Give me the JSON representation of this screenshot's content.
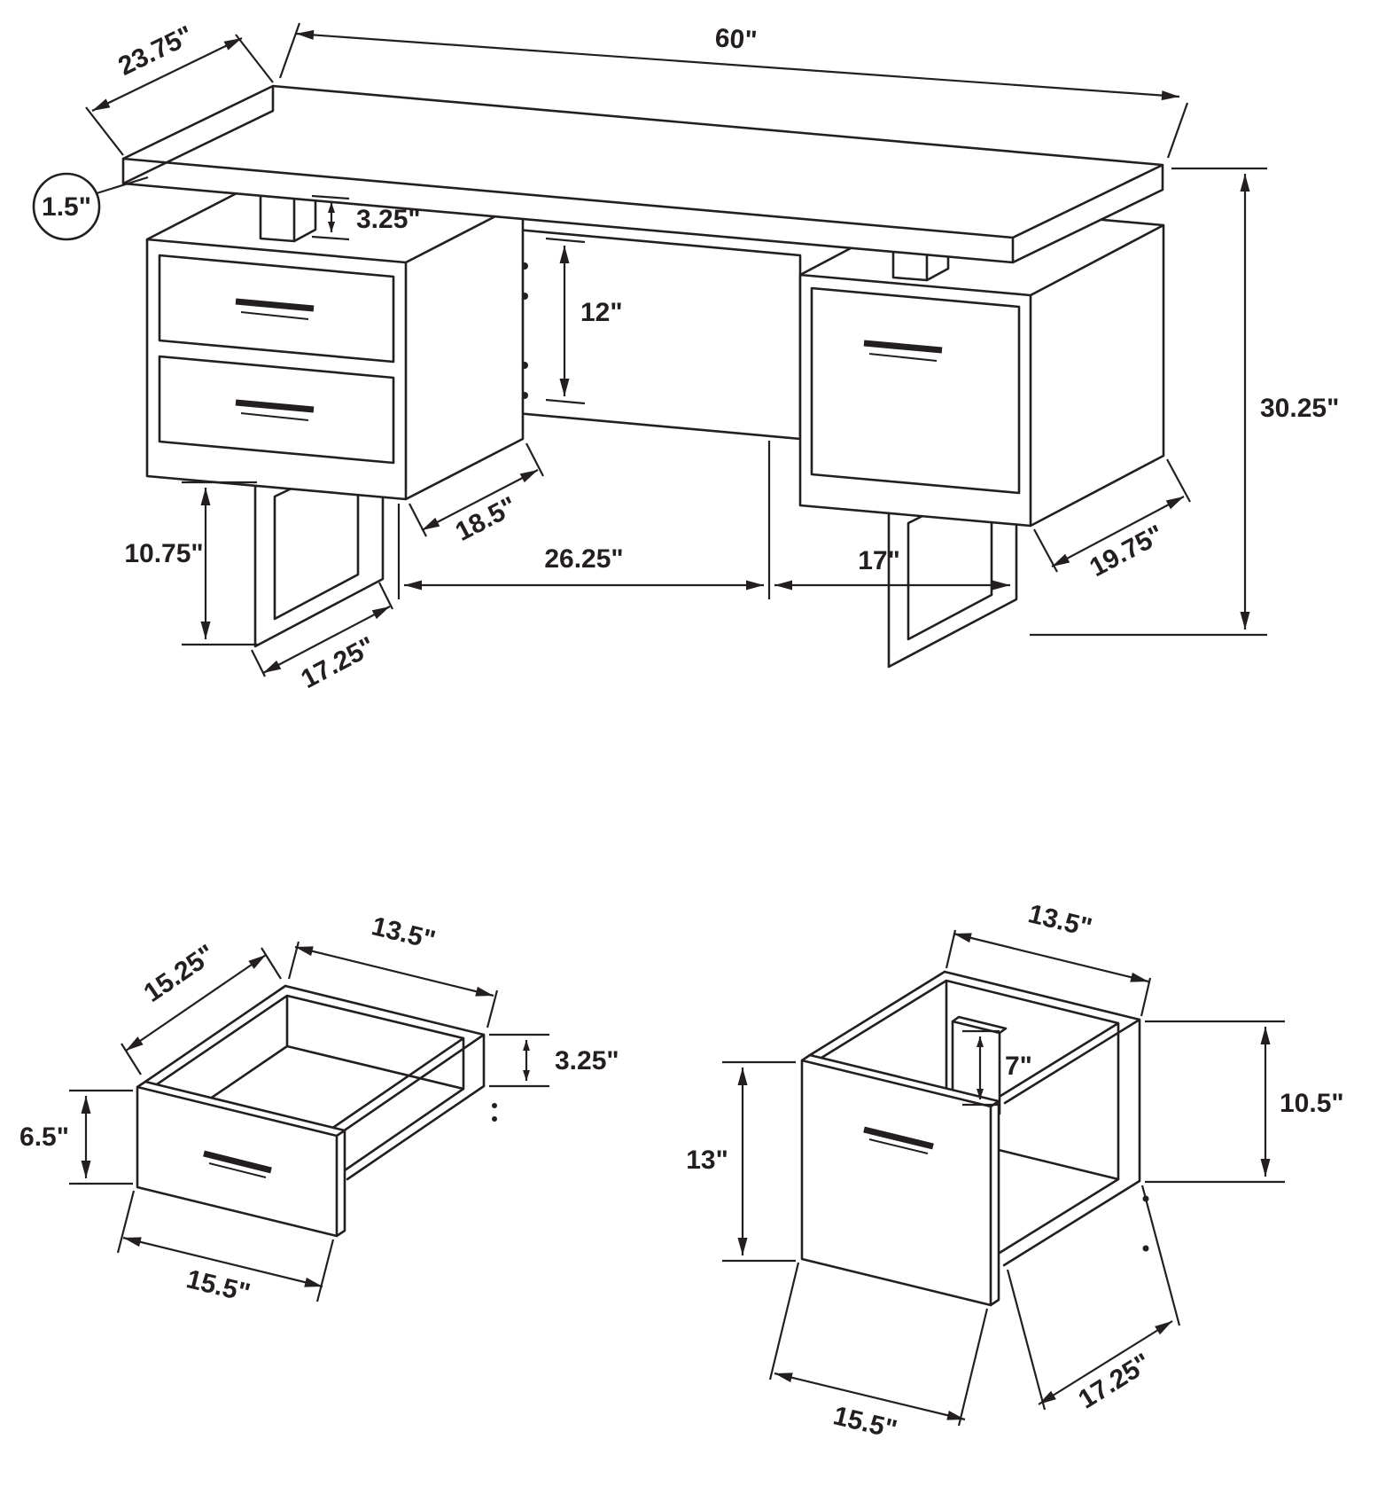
{
  "dimensions": {
    "desk": {
      "top_depth": "23.75\"",
      "top_width": "60\"",
      "top_thickness": "1.5\"",
      "mount_gap": "3.25\"",
      "back_panel_height": "12\"",
      "overall_height": "30.25\"",
      "left_pedestal_depth": "18.5\"",
      "leg_clearance_height": "10.75\"",
      "knee_space_width": "26.25\"",
      "right_pedestal_width": "17\"",
      "leg_runner_length": "17.25\"",
      "right_pedestal_depth": "19.75\""
    },
    "small_drawer": {
      "inner_depth": "15.25\"",
      "inner_width": "13.5\"",
      "front_height": "6.5\"",
      "side_height": "3.25\"",
      "front_width": "15.5\""
    },
    "file_drawer": {
      "inner_width": "13.5\"",
      "hanger_height": "7\"",
      "front_height": "13\"",
      "side_height": "10.5\"",
      "front_width": "15.5\"",
      "depth": "17.25\""
    }
  }
}
